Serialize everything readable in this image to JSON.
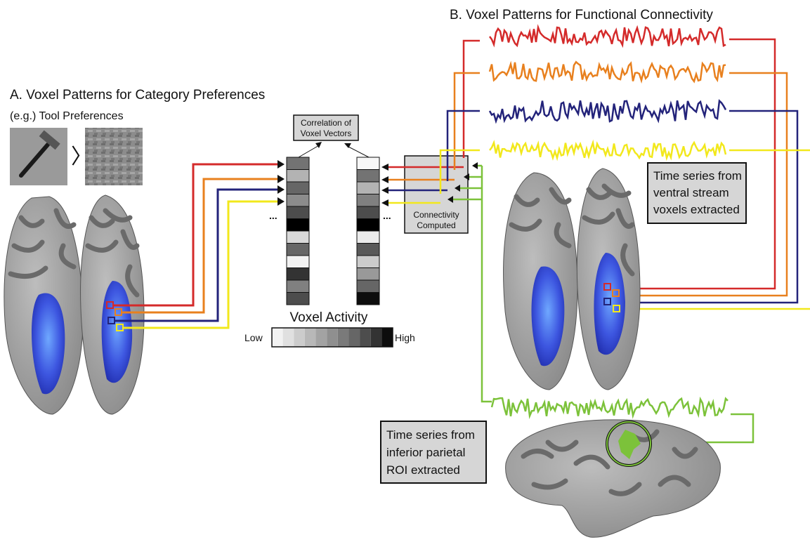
{
  "panel_a": {
    "title": "A. Voxel Patterns for Category Preferences",
    "subtitle": "(e.g.) Tool Preferences",
    "comparison_symbol": "〉"
  },
  "correlation_box": {
    "line1": "Correlation of",
    "line2": "Voxel Vectors"
  },
  "connectivity_box": {
    "line1": "Connectivity",
    "line2": "Computed"
  },
  "ellipsis": "...",
  "voxel_scale": {
    "title": "Voxel Activity",
    "low": "Low",
    "high": "High",
    "levels": [
      0.05,
      0.12,
      0.2,
      0.28,
      0.36,
      0.44,
      0.52,
      0.6,
      0.7,
      0.8,
      0.95
    ]
  },
  "vector_left": [
    0.55,
    0.3,
    0.6,
    0.45,
    0.7,
    1.0,
    0.15,
    0.6,
    0.05,
    0.8,
    0.5,
    0.7
  ],
  "vector_right": [
    0.03,
    0.55,
    0.3,
    0.5,
    0.7,
    1.0,
    0.08,
    0.65,
    0.2,
    0.4,
    0.6,
    0.95
  ],
  "panel_b": {
    "title": "B. Voxel Patterns for Functional Connectivity",
    "ventral_box": {
      "line1": "Time series from",
      "line2": "ventral stream",
      "line3": "voxels extracted"
    },
    "parietal_box": {
      "line1": "Time series from",
      "line2": "inferior parietal",
      "line3": "ROI extracted"
    }
  },
  "colors": {
    "red": "#d42a2a",
    "orange": "#e8801e",
    "navy": "#23237a",
    "yellow": "#f2e81c",
    "green": "#7cc23a",
    "box_fill": "#d6d6d6",
    "brain_base": "#a8a8a8",
    "brain_sulci": "#6a6a6a",
    "roi_blue": "#3a4cd8"
  }
}
